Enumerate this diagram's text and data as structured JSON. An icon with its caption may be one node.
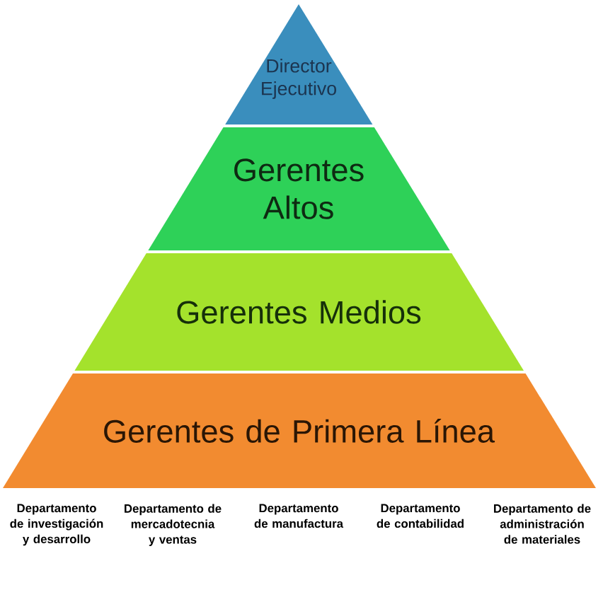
{
  "diagram": {
    "nodes": [
      {
        "text": [
          "Director Ejecutivo"
        ]
      },
      {
        "text": [
          "Gerentes Altos"
        ]
      },
      {
        "text": [
          "Gerentes Medios"
        ]
      },
      {
        "text": [
          "Gerentes de Primera Línea"
        ]
      }
    ],
    "labels": [
      "Departamento de investigación y desarrollo",
      "Departamento de mercadotecnia y ventas",
      "Departamento de manufactura",
      "Departamento de contabilidad",
      "Departamento de administración de materiales"
    ]
  }
}
